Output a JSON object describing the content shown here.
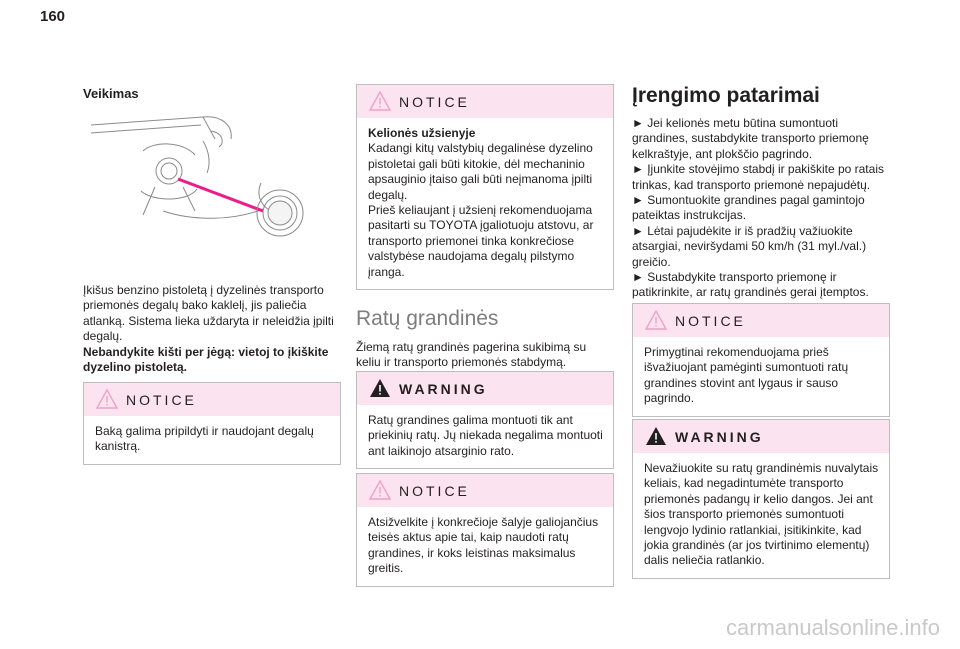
{
  "page_number": "160",
  "col1": {
    "heading": "Veikimas",
    "paragraph": "Įkišus benzino pistoletą į dyzelinės transporto priemonės degalų bako kaklelį, jis paliečia atlanką. Sistema lieka uždaryta ir neleidžia įpilti degalų.",
    "paragraph_bold": "Nebandykite kišti per jėgą: vietoj to įkiškite dyzelino pistoletą.",
    "notice": {
      "label": "NOTICE",
      "text": "Baką galima pripildyti ir naudojant degalų kanistrą."
    }
  },
  "col2": {
    "notice1": {
      "label": "NOTICE",
      "title": "Kelionės užsienyje",
      "text1": "Kadangi kitų valstybių degalinėse dyzelino pistoletai gali būti kitokie, dėl mechaninio apsauginio įtaiso gali būti neįmanoma įpilti degalų.",
      "text2": "Prieš keliaujant į užsienį rekomenduojama pasitarti su TOYOTA įgaliotuoju atstovu, ar transporto priemonei tinka konkrečiose valstybėse naudojama degalų pilstymo įranga."
    },
    "heading": "Ratų grandinės",
    "intro": "Žiemą ratų grandinės pagerina sukibimą su keliu ir transporto priemonės stabdymą.",
    "warning": {
      "label": "WARNING",
      "text": "Ratų grandines galima montuoti tik ant priekinių ratų. Jų niekada negalima montuoti ant laikinojo atsarginio rato."
    },
    "notice2": {
      "label": "NOTICE",
      "text": "Atsižvelkite į konkrečioje šalyje galiojančius teisės aktus apie tai, kaip naudoti ratų grandines, ir koks leistinas maksimalus greitis."
    }
  },
  "col3": {
    "heading": "Įrengimo patarimai",
    "bullets": [
      "► Jei kelionės metu būtina sumontuoti grandines, sustabdykite transporto priemonę kelkraštyje, ant plokščio pagrindo.",
      "► Įjunkite stovėjimo stabdį ir pakiškite po ratais trinkas, kad transporto priemonė nepajudėtų.",
      "► Sumontuokite grandines pagal gamintojo pateiktas instrukcijas.",
      "► Lėtai pajudėkite ir iš pradžių važiuokite atsargiai, neviršydami 50 km/h (31 myl./val.) greičio.",
      "► Sustabdykite transporto priemonę ir patikrinkite, ar ratų grandinės gerai įtemptos."
    ],
    "notice": {
      "label": "NOTICE",
      "text": "Primygtinai rekomenduojama prieš išvažiuojant pamėginti sumontuoti ratų grandines stovint ant lygaus ir sauso pagrindo."
    },
    "warning": {
      "label": "WARNING",
      "text": "Nevažiuokite su ratų grandinėmis nuvalytais keliais, kad negadintumėte transporto priemonės padangų ir kelio dangos. Jei ant šios transporto priemonės sumontuoti lengvojo lydinio ratlankiai, įsitikinkite, kad jokia grandinės (ar jos tvirtinimo elementų) dalis neliečia ratlankio."
    }
  },
  "watermark": "carmanualsonline.info",
  "colors": {
    "box_header": "#fbe4f0",
    "accent_magenta": "#ec1c8c",
    "notice_triangle": "#f0a0c8",
    "box_border": "#bdbdbd"
  },
  "icons": {
    "notice": "outline-warning-triangle-icon",
    "warning": "filled-warning-triangle-icon"
  }
}
